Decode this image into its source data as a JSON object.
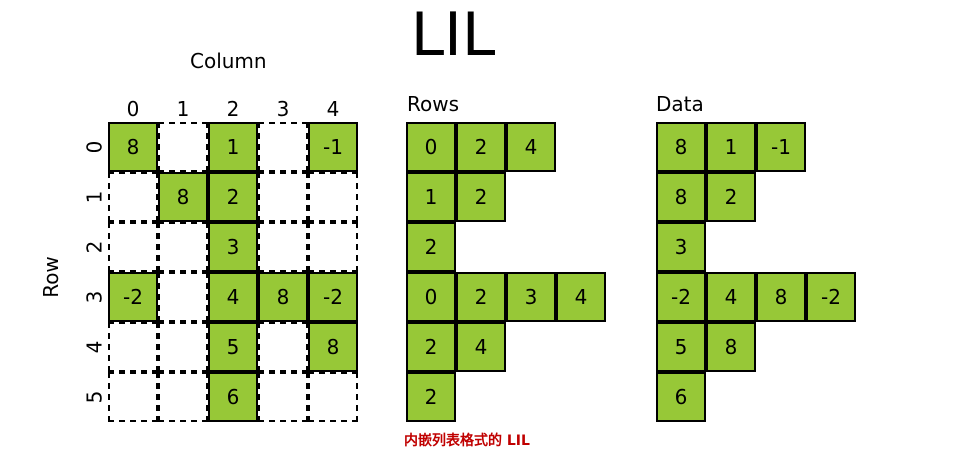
{
  "title": "LIL",
  "matrix": {
    "column_label": "Column",
    "row_label": "Row",
    "column_indices": [
      "0",
      "1",
      "2",
      "3",
      "4"
    ],
    "row_indices": [
      "0",
      "1",
      "2",
      "3",
      "4",
      "5"
    ],
    "cells": [
      [
        "8",
        "",
        "1",
        "",
        "-1"
      ],
      [
        "",
        "8",
        "2",
        "",
        ""
      ],
      [
        "",
        "",
        "3",
        "",
        ""
      ],
      [
        "-2",
        "",
        "4",
        "8",
        "-2"
      ],
      [
        "",
        "",
        "5",
        "",
        "8"
      ],
      [
        "",
        "",
        "6",
        "",
        ""
      ]
    ]
  },
  "rows": {
    "label": "Rows",
    "lists": [
      [
        "0",
        "2",
        "4"
      ],
      [
        "1",
        "2"
      ],
      [
        "2"
      ],
      [
        "0",
        "2",
        "3",
        "4"
      ],
      [
        "2",
        "4"
      ],
      [
        "2"
      ]
    ]
  },
  "data": {
    "label": "Data",
    "lists": [
      [
        "8",
        "1",
        "-1"
      ],
      [
        "8",
        "2"
      ],
      [
        "3"
      ],
      [
        "-2",
        "4",
        "8",
        "-2"
      ],
      [
        "5",
        "8"
      ],
      [
        "6"
      ]
    ]
  },
  "caption": "内嵌列表格式的 LIL",
  "colors": {
    "fill": "#97c837",
    "border": "#000000",
    "caption": "#c00000"
  }
}
